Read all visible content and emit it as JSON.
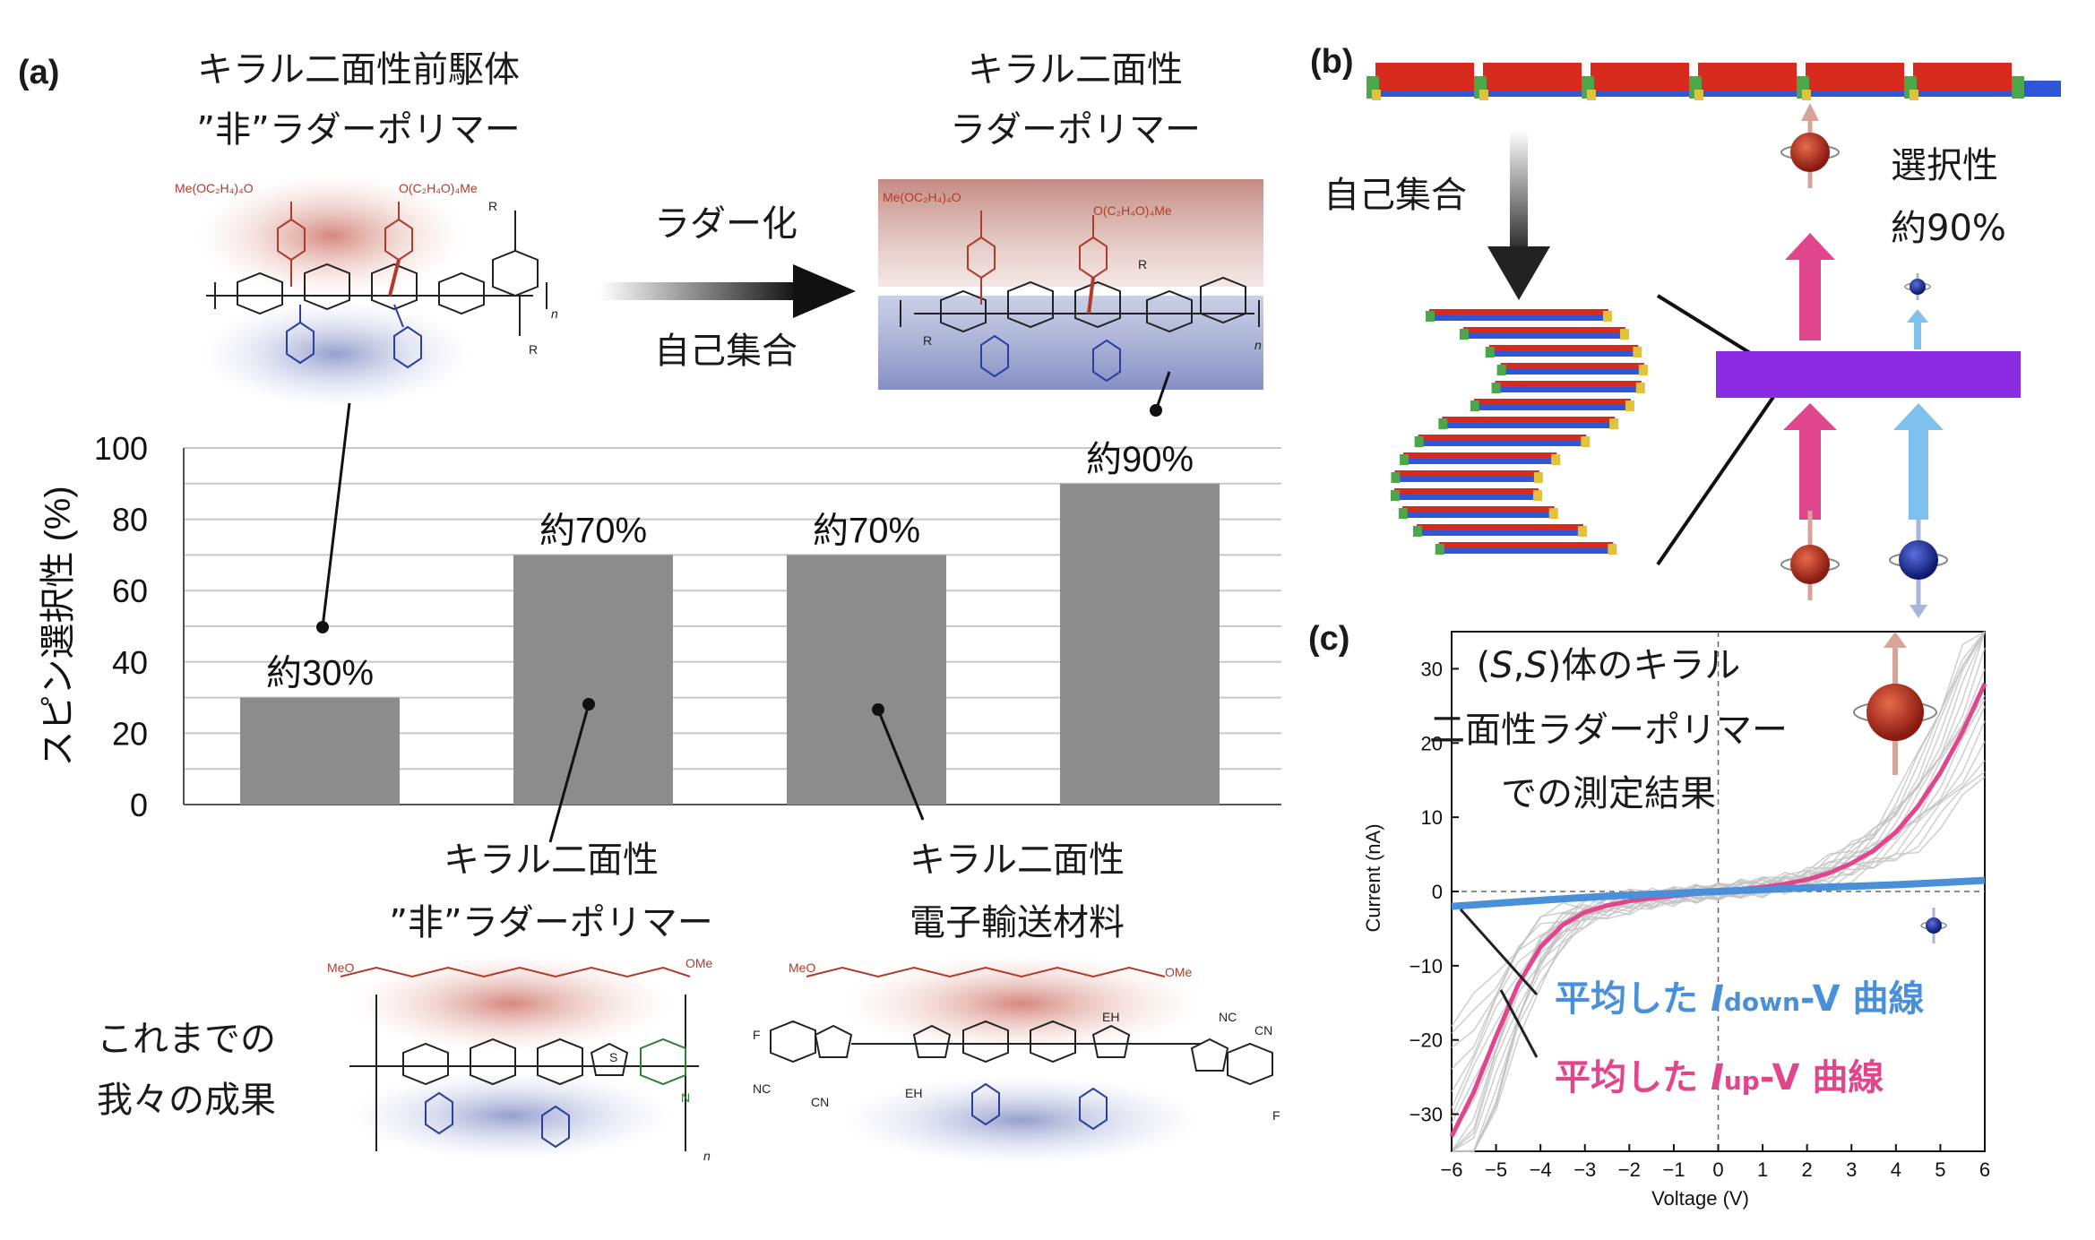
{
  "panels": {
    "a": "(a)",
    "b": "(b)",
    "c": "(c)"
  },
  "panel_a": {
    "precursor_title_line1": "キラル二面性前駆体",
    "precursor_title_line2": "”非”ラダーポリマー",
    "ladder_title_line1": "キラル二面性",
    "ladder_title_line2": "ラダーポリマー",
    "arrow_label_top": "ラダー化",
    "arrow_label_bottom": "自己集合",
    "nonladder_label_line1": "キラル二面性",
    "nonladder_label_line2": "”非”ラダーポリマー",
    "etm_label_line1": "キラル二面性",
    "etm_label_line2": "電子輸送材料",
    "previous_work_line1": "これまでの",
    "previous_work_line2": "我々の成果",
    "chem": {
      "precursor_top_sub": "Me(OC₂H₄)₄O",
      "precursor_top_sub2": "O(C₂H₄O)₄Me",
      "ladder_top_sub": "Me(OC₂H₄)₄O",
      "ladder_top_sub2": "O(C₂H₄O)₄Me",
      "r": "R",
      "n": "n",
      "meo": "MeO",
      "ome": "OMe",
      "o": "O",
      "s": "S",
      "n_atom": "N",
      "eh": "EH",
      "nc": "NC",
      "cn": "CN",
      "f": "F"
    }
  },
  "chart_data": [
    {
      "type": "bar",
      "title": "",
      "ylabel": "スピン選択性 (%)",
      "xlabel": "",
      "ylim": [
        0,
        100
      ],
      "yticks": [
        "0",
        "20",
        "40",
        "60",
        "80",
        "100"
      ],
      "categories": [
        "キラル二面性前駆体”非”ラダーポリマー",
        "キラル二面性”非”ラダーポリマー",
        "キラル二面性電子輸送材料",
        "キラル二面性ラダーポリマー"
      ],
      "values": [
        30,
        70,
        70,
        90
      ],
      "data_labels": [
        "約30%",
        "約70%",
        "約70%",
        "約90%"
      ],
      "grid": true,
      "bar_color": "#8c8c8c"
    },
    {
      "type": "line",
      "title": "",
      "xlabel": "Voltage (V)",
      "ylabel": "Current (nA)",
      "xlim": [
        -6,
        6
      ],
      "ylim": [
        -35,
        35
      ],
      "xticks": [
        "−6",
        "−5",
        "−4",
        "−3",
        "−2",
        "−1",
        "0",
        "1",
        "2",
        "3",
        "4",
        "5",
        "6"
      ],
      "yticks": [
        "−30",
        "−20",
        "−10",
        "0",
        "10",
        "20",
        "30"
      ],
      "series": [
        {
          "name": "平均した Iup-V 曲線",
          "color": "#e0468c",
          "x": [
            -6,
            -5.5,
            -5,
            -4.5,
            -4,
            -3.5,
            -3,
            -2.5,
            -2,
            -1.5,
            -1,
            -0.5,
            0,
            0.5,
            1,
            1.5,
            2,
            2.5,
            3,
            3.5,
            4,
            4.5,
            5,
            5.5,
            6
          ],
          "y": [
            -33,
            -27,
            -19.5,
            -12.5,
            -7.5,
            -4.5,
            -2.8,
            -1.9,
            -1.3,
            -0.9,
            -0.6,
            -0.3,
            0,
            0.3,
            0.6,
            1.0,
            1.6,
            2.5,
            3.8,
            5.5,
            8,
            11.5,
            16,
            21.5,
            28
          ]
        },
        {
          "name": "平均した Idown-V 曲線",
          "color": "#4a90d9",
          "x": [
            -6,
            -5,
            -4,
            -3,
            -2,
            -1,
            0,
            1,
            2,
            3,
            4,
            5,
            6
          ],
          "y": [
            -2.0,
            -1.6,
            -1.2,
            -0.8,
            -0.5,
            -0.25,
            0,
            0.25,
            0.5,
            0.7,
            0.9,
            1.2,
            1.5
          ]
        }
      ],
      "annotation": "(S,S)体のキラル二面性ラダーポリマーでの測定結果"
    }
  ],
  "panel_b": {
    "self_assembly": "自己集合",
    "selectivity_label": "選択性",
    "selectivity_value": "約90%"
  },
  "panel_c": {
    "annot_line1_prefix": "(",
    "annot_S1": "S",
    "annot_comma": ",",
    "annot_S2": "S",
    "annot_line1_suffix": ")体のキラル",
    "annot_line2": "二面性ラダーポリマー",
    "annot_line3": "での測定結果",
    "legend_down_prefix": "平均した ",
    "legend_down_I": "I",
    "legend_down_sub": "down",
    "legend_down_suffix": "-V 曲線",
    "legend_up_prefix": "平均した ",
    "legend_up_I": "I",
    "legend_up_sub": "up",
    "legend_up_suffix": "-V 曲線"
  },
  "colors": {
    "pink": "#e0468c",
    "blue": "#4a90d9",
    "purple": "#8b2be2",
    "light_blue": "#7ec0ee",
    "bar_gray": "#8c8c8c",
    "spin_red": "#a0281e",
    "spin_blue": "#1f2e8a"
  }
}
